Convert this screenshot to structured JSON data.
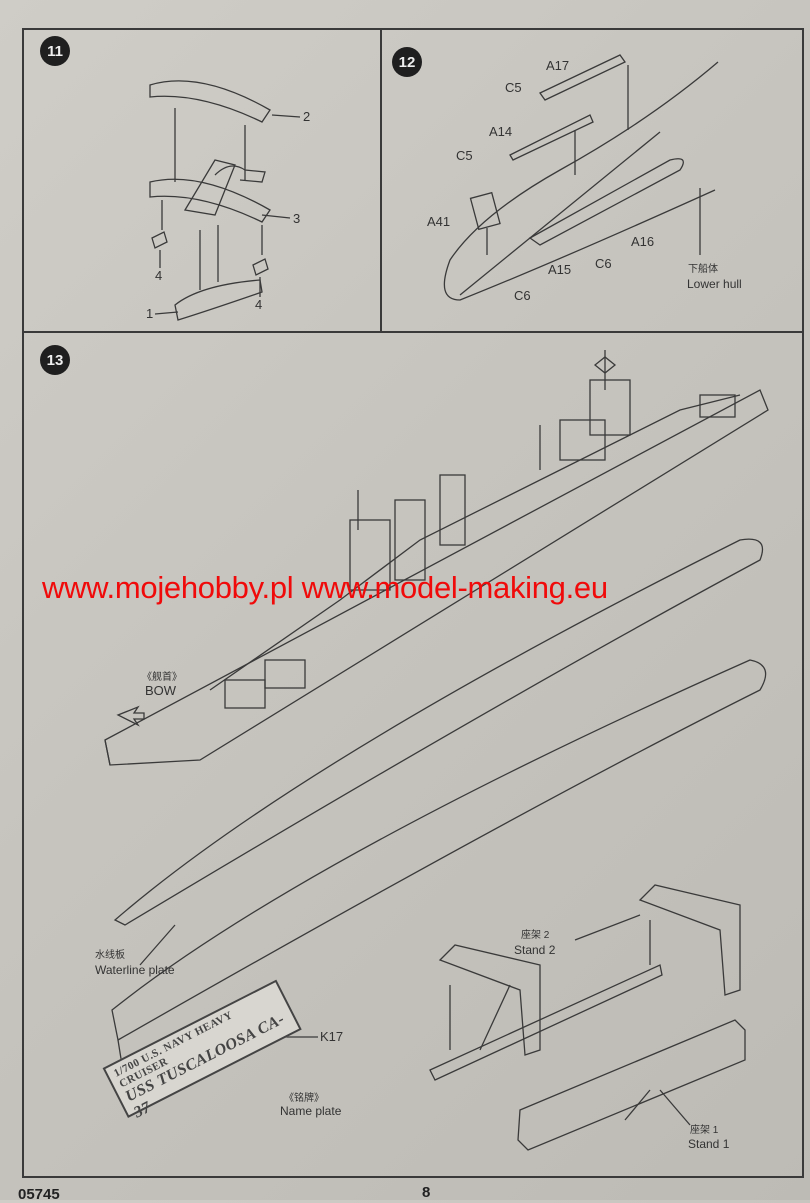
{
  "steps": {
    "s11": "11",
    "s12": "12",
    "s13": "13"
  },
  "step11": {
    "labels": [
      "2",
      "3",
      "4",
      "4",
      "1"
    ]
  },
  "step12": {
    "parts": [
      "A17",
      "C5",
      "A14",
      "C5",
      "A41",
      "A15",
      "C6",
      "C6",
      "A16"
    ],
    "lower_hull_cn": "下船体",
    "lower_hull": "Lower hull"
  },
  "step13": {
    "bow_cn": "《舰首》",
    "bow": "BOW",
    "waterline_cn": "水线板",
    "waterline": "Waterline plate",
    "k17": "K17",
    "nameplate_cn": "《铭牌》",
    "nameplate": "Name plate",
    "nameplate_line1": "1/700 U.S. NAVY HEAVY CRUISER",
    "nameplate_line2": "USS TUSCALOOSA  CA-37",
    "stand2_cn": "座架 2",
    "stand2": "Stand 2",
    "stand1_cn": "座架 1",
    "stand1": "Stand 1"
  },
  "watermark": "www.mojehobby.pl www.model-making.eu",
  "footer": {
    "code": "05745",
    "page": "8"
  }
}
